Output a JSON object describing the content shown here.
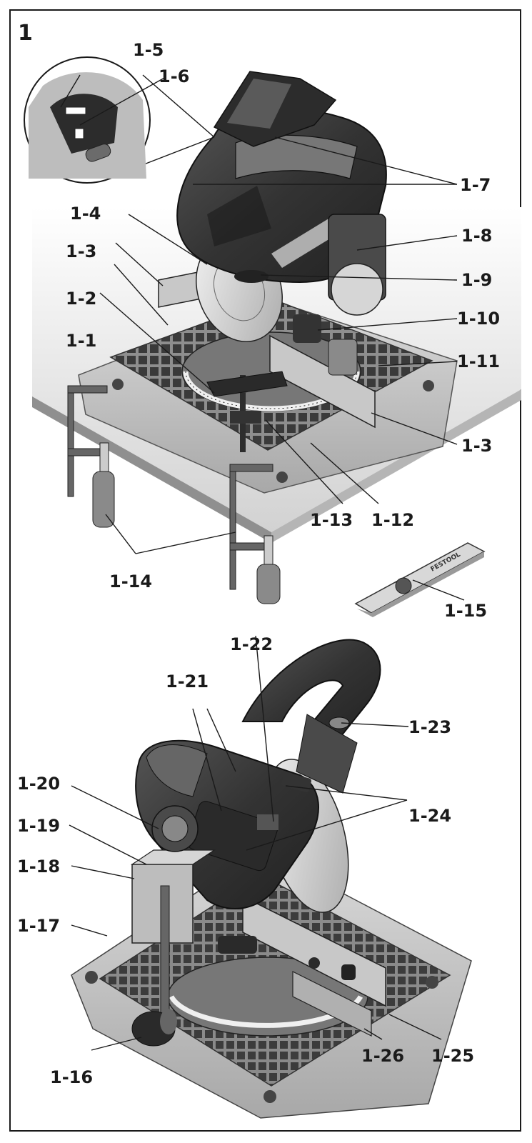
{
  "figure": {
    "number": "1"
  },
  "callouts": [
    {
      "id": "1-1",
      "label": "1-1"
    },
    {
      "id": "1-2",
      "label": "1-2"
    },
    {
      "id": "1-3a",
      "label": "1-3"
    },
    {
      "id": "1-3b",
      "label": "1-3"
    },
    {
      "id": "1-4",
      "label": "1-4"
    },
    {
      "id": "1-5",
      "label": "1-5"
    },
    {
      "id": "1-6",
      "label": "1-6"
    },
    {
      "id": "1-7",
      "label": "1-7"
    },
    {
      "id": "1-8",
      "label": "1-8"
    },
    {
      "id": "1-9",
      "label": "1-9"
    },
    {
      "id": "1-10",
      "label": "1-10"
    },
    {
      "id": "1-11",
      "label": "1-11"
    },
    {
      "id": "1-12",
      "label": "1-12"
    },
    {
      "id": "1-13",
      "label": "1-13"
    },
    {
      "id": "1-14",
      "label": "1-14"
    },
    {
      "id": "1-15",
      "label": "1-15"
    },
    {
      "id": "1-16",
      "label": "1-16"
    },
    {
      "id": "1-17",
      "label": "1-17"
    },
    {
      "id": "1-18",
      "label": "1-18"
    },
    {
      "id": "1-19",
      "label": "1-19"
    },
    {
      "id": "1-20",
      "label": "1-20"
    },
    {
      "id": "1-21",
      "label": "1-21"
    },
    {
      "id": "1-22",
      "label": "1-22"
    },
    {
      "id": "1-23",
      "label": "1-23"
    },
    {
      "id": "1-24",
      "label": "1-24"
    },
    {
      "id": "1-25",
      "label": "1-25"
    },
    {
      "id": "1-26",
      "label": "1-26"
    }
  ],
  "accessory_text": "FESTOOL"
}
